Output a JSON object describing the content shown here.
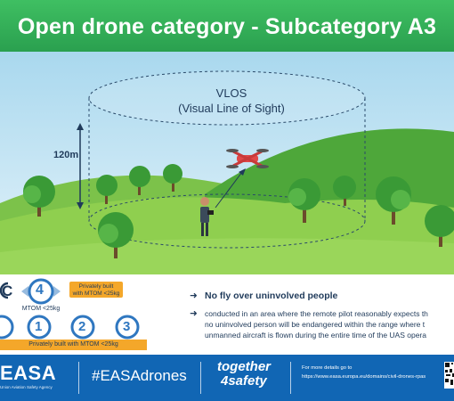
{
  "header": {
    "title": "Open drone category - Subcategory A3"
  },
  "scene": {
    "vlos_line1": "VLOS",
    "vlos_line2": "(Visual Line of Sight)",
    "height_label": "120m"
  },
  "class_marks": {
    "c_fragment": "C",
    "class4": {
      "number": "4",
      "note_line1": "Privately built",
      "note_line2": "with MTOM <25kg",
      "mtom": "MTOM <25kg"
    },
    "row2": [
      "1",
      "2",
      "3"
    ],
    "row2_note": "Privately built with MTOM <25kg"
  },
  "rules": {
    "rule1": "No fly over uninvolved people",
    "rule2_lines": [
      "conducted in an area where the remote pilot reasonably expects th",
      "no uninvolved person will be endangered within the range where t",
      "unmanned aircraft is flown during the entire time of the UAS opera"
    ]
  },
  "footer": {
    "logo": "EASA",
    "logo_sub": "Union Aviation Safety Agency",
    "hashtag": "#EASAdrones",
    "slogan_line1": "together",
    "slogan_line2": "4safety",
    "more_line1": "For more details go to",
    "more_line2": "https://www.easa.europa.eu/domains/civil-drones-rpas"
  },
  "colors": {
    "header": "#2aa04f",
    "footer": "#1166b4",
    "badge": "#2f77c0",
    "note": "#f4a72a",
    "sky": "#c7e6f4"
  },
  "icons": [
    "arrow-right-icon",
    "drone-icon",
    "pilot-icon",
    "tree-icon",
    "qr-code-icon"
  ]
}
